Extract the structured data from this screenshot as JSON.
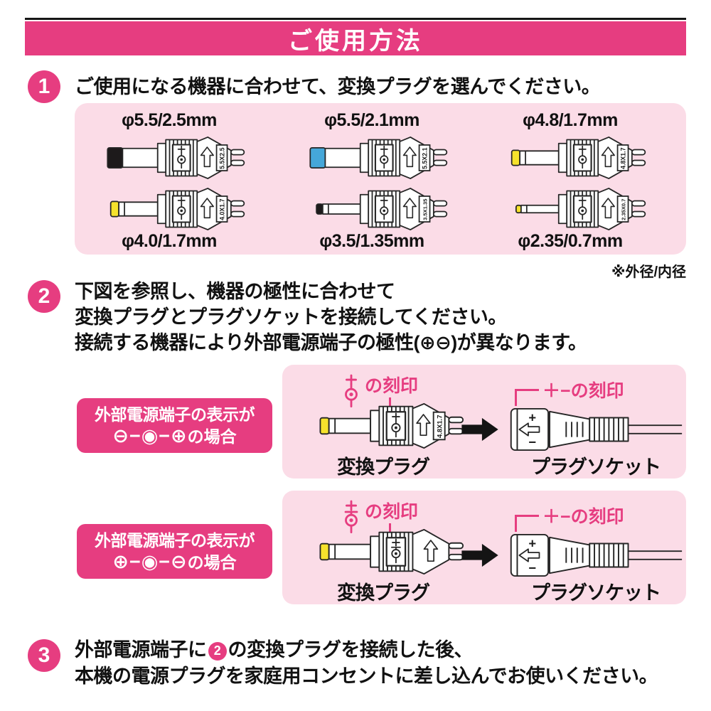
{
  "theme": {
    "accent": "#e63d80",
    "panel_pink": "#fbdce7",
    "ink": "#111111",
    "line": "#262626",
    "tip_black": "#1d1a1b",
    "tip_blue": "#45a7d9",
    "tip_yellow": "#f6e22c"
  },
  "header": {
    "title": "ご使用方法"
  },
  "step1": {
    "number": "1",
    "heading": "ご使用になる機器に合わせて、変換プラグを選んでください。",
    "plugs": [
      {
        "label": "φ5.5/2.5mm",
        "label_pos": "top",
        "size_text": "5.5X2.5",
        "tip_color": "#1d1a1b",
        "tip_size": "large",
        "mark_variant": "center-positive",
        "has_label": true
      },
      {
        "label": "φ5.5/2.1mm",
        "label_pos": "top",
        "size_text": "5.5X2.1",
        "tip_color": "#45a7d9",
        "tip_size": "large",
        "mark_variant": "center-positive",
        "has_label": true
      },
      {
        "label": "φ4.8/1.7mm",
        "label_pos": "top",
        "size_text": "4.8X1.7",
        "tip_color": "#f6e22c",
        "tip_size": "medium",
        "mark_variant": "center-positive",
        "has_label": true
      },
      {
        "label": "φ4.0/1.7mm",
        "label_pos": "bottom",
        "size_text": "4.0X1.7",
        "tip_color": "#f6e22c",
        "tip_size": "medium",
        "mark_variant": "center-positive",
        "has_label": true
      },
      {
        "label": "φ3.5/1.35mm",
        "label_pos": "bottom",
        "size_text": "3.5X1.35",
        "tip_color": "#1d1a1b",
        "tip_size": "narrow",
        "mark_variant": "center-positive",
        "has_label": true
      },
      {
        "label": "φ2.35/0.7mm",
        "label_pos": "bottom",
        "size_text": "2.35X0.7",
        "tip_color": "#f6e22c",
        "tip_size": "tiny",
        "mark_variant": "center-positive",
        "has_label": true
      }
    ]
  },
  "outer_inner_note": "※外径/内径",
  "step2": {
    "number": "2",
    "lines": [
      "下図を参照し、機器の極性に合わせて",
      "変換プラグとプラグソケットを接続してください。",
      "接続する機器により外部電源端子の極性(⊕⊖)が異なります。"
    ],
    "socket": {
      "plus": "+",
      "minus": "−"
    },
    "diagrams": [
      {
        "case_line1": "外部電源端子の表示が",
        "case_symbols": "⊖−◉−⊕",
        "case_suffix": "の場合",
        "stamp_variant": "center-positive",
        "mark_caption": "の刻印",
        "socket_caption": "＋−の刻印",
        "plug": {
          "size_text": "4.8X1.7",
          "tip_color": "#f6e22c",
          "tip_size": "medium",
          "mark_variant": "center-positive",
          "has_label": true
        },
        "plug_label": "変換プラグ",
        "socket_label": "プラグソケット"
      },
      {
        "case_line1": "外部電源端子の表示が",
        "case_symbols": "⊕−◉−⊖",
        "case_suffix": "の場合",
        "stamp_variant": "center-negative",
        "mark_caption": "の刻印",
        "socket_caption": "＋−の刻印",
        "plug": {
          "size_text": "",
          "tip_color": "#f6e22c",
          "tip_size": "medium",
          "mark_variant": "center-negative",
          "has_label": false
        },
        "plug_label": "変換プラグ",
        "socket_label": "プラグソケット"
      }
    ]
  },
  "step3": {
    "number": "3",
    "line1_prefix": "外部電源端子に",
    "inline_badge": "2",
    "line1_suffix": "の変換プラグを接続した後、",
    "line2": "本機の電源プラグを家庭用コンセントに差し込んでお使いください。"
  }
}
